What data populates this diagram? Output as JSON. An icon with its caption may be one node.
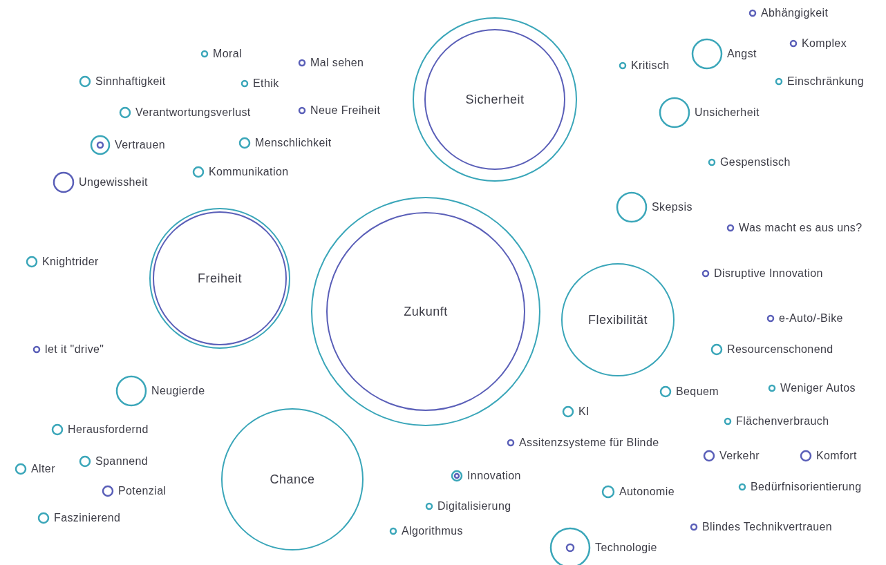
{
  "diagram": {
    "nodes": [
      {
        "text": [
          "Sicherheit"
        ]
      },
      {
        "text": [
          "Zukunft"
        ]
      },
      {
        "text": [
          "Freiheit"
        ]
      },
      {
        "text": [
          "Flexibilität"
        ]
      },
      {
        "text": [
          "Chance"
        ]
      },
      {
        "text": [],
        "shape": "circle",
        "beside": [
          "Abhängigkeit"
        ]
      },
      {
        "text": [],
        "shape": "circle",
        "beside": [
          "Komplex"
        ]
      },
      {
        "text": [],
        "shape": "circle",
        "beside": [
          "Moral"
        ]
      },
      {
        "text": [],
        "shape": "circle",
        "beside": [
          "Angst"
        ]
      },
      {
        "text": [],
        "shape": "circle",
        "beside": [
          "Mal sehen"
        ]
      },
      {
        "text": [],
        "shape": "circle",
        "beside": [
          "Kritisch"
        ]
      },
      {
        "text": [],
        "shape": "circle",
        "beside": [
          "Sinnhaftigkeit"
        ]
      },
      {
        "text": [],
        "shape": "circle",
        "beside": [
          "Ethik"
        ]
      },
      {
        "text": [],
        "shape": "circle",
        "beside": [
          "Einschränkung"
        ]
      },
      {
        "text": [],
        "shape": "circle",
        "beside": [
          "Neue Freiheit"
        ]
      },
      {
        "text": [],
        "shape": "circle",
        "beside": [
          "Verantwortungsverlust"
        ]
      },
      {
        "text": [],
        "shape": "circle",
        "beside": [
          "Unsicherheit"
        ]
      },
      {
        "text": [],
        "shape": "circle",
        "beside": [
          "Vertrauen"
        ]
      },
      {
        "text": [],
        "shape": "circle",
        "beside": [
          "Menschlichkeit"
        ]
      },
      {
        "text": [],
        "shape": "circle",
        "beside": [
          "Kommunikation"
        ]
      },
      {
        "text": [],
        "shape": "circle",
        "beside": [
          "Ungewissheit"
        ]
      },
      {
        "text": [],
        "shape": "circle",
        "beside": [
          "Gespenstisch"
        ]
      },
      {
        "text": [],
        "shape": "circle",
        "beside": [
          "Skepsis"
        ]
      },
      {
        "text": [],
        "shape": "circle",
        "beside": [
          "Was macht es aus uns?"
        ]
      },
      {
        "text": [],
        "shape": "circle",
        "beside": [
          "Knightrider"
        ]
      },
      {
        "text": [],
        "shape": "circle",
        "beside": [
          "Disruptive Innovation"
        ]
      },
      {
        "text": [],
        "shape": "circle",
        "beside": [
          "e-Auto/-Bike"
        ]
      },
      {
        "text": [],
        "shape": "circle",
        "beside": [
          "let it \"drive\""
        ]
      },
      {
        "text": [],
        "shape": "circle",
        "beside": [
          "Resourcenschonend"
        ]
      },
      {
        "text": [],
        "shape": "circle",
        "beside": [
          "Neugierde"
        ]
      },
      {
        "text": [],
        "shape": "circle",
        "beside": [
          "Weniger Autos"
        ]
      },
      {
        "text": [],
        "shape": "circle",
        "beside": [
          "Bequem"
        ]
      },
      {
        "text": [],
        "shape": "circle",
        "beside": [
          "KI"
        ]
      },
      {
        "text": [],
        "shape": "circle",
        "beside": [
          "Flächenverbrauch"
        ]
      },
      {
        "text": [],
        "shape": "circle",
        "beside": [
          "Herausfordernd"
        ]
      },
      {
        "text": [],
        "shape": "circle",
        "beside": [
          "Assitenzsysteme für Blinde"
        ]
      },
      {
        "text": [],
        "shape": "circle",
        "beside": [
          "Verkehr"
        ]
      },
      {
        "text": [],
        "shape": "circle",
        "beside": [
          "Komfort"
        ]
      },
      {
        "text": [],
        "shape": "circle",
        "beside": [
          "Spannend"
        ]
      },
      {
        "text": [],
        "shape": "circle",
        "beside": [
          "Alter"
        ]
      },
      {
        "text": [],
        "shape": "circle",
        "beside": [
          "Innovation"
        ]
      },
      {
        "text": [],
        "shape": "circle",
        "beside": [
          "Bedürfnisorientierung"
        ]
      },
      {
        "text": [],
        "shape": "circle",
        "beside": [
          "Potenzial"
        ]
      },
      {
        "text": [],
        "shape": "circle",
        "beside": [
          "Autonomie"
        ]
      },
      {
        "text": [],
        "shape": "circle",
        "beside": [
          "Digitalisierung"
        ]
      },
      {
        "text": [],
        "shape": "circle",
        "beside": [
          "Faszinierend"
        ]
      },
      {
        "text": [],
        "shape": "circle",
        "beside": [
          "Blindes Technikvertrauen"
        ]
      },
      {
        "text": [],
        "shape": "circle",
        "beside": [
          "Algorithmus"
        ]
      },
      {
        "text": [],
        "shape": "circle",
        "beside": [
          "Technologie"
        ]
      }
    ]
  }
}
